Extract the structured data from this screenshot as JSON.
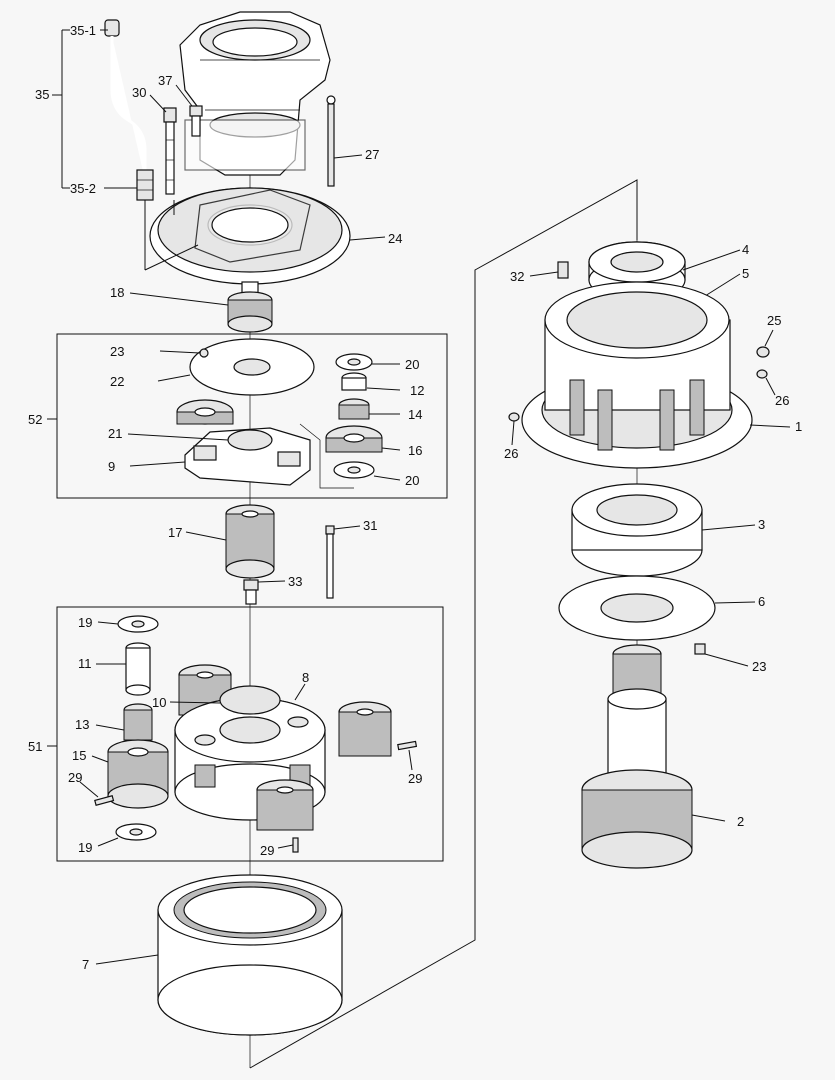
{
  "callouts": [
    {
      "id": "35-1",
      "text": "35-1"
    },
    {
      "id": "35",
      "text": "35"
    },
    {
      "id": "35-2",
      "text": "35-2"
    },
    {
      "id": "37",
      "text": "37"
    },
    {
      "id": "30",
      "text": "30"
    },
    {
      "id": "27",
      "text": "27"
    },
    {
      "id": "24",
      "text": "24"
    },
    {
      "id": "18",
      "text": "18"
    },
    {
      "id": "23a",
      "text": "23"
    },
    {
      "id": "22",
      "text": "22"
    },
    {
      "id": "52",
      "text": "52"
    },
    {
      "id": "21",
      "text": "21"
    },
    {
      "id": "9",
      "text": "9"
    },
    {
      "id": "20a",
      "text": "20"
    },
    {
      "id": "12",
      "text": "12"
    },
    {
      "id": "14",
      "text": "14"
    },
    {
      "id": "16",
      "text": "16"
    },
    {
      "id": "20b",
      "text": "20"
    },
    {
      "id": "17",
      "text": "17"
    },
    {
      "id": "31",
      "text": "31"
    },
    {
      "id": "33",
      "text": "33"
    },
    {
      "id": "19a",
      "text": "19"
    },
    {
      "id": "11",
      "text": "11"
    },
    {
      "id": "10",
      "text": "10"
    },
    {
      "id": "8",
      "text": "8"
    },
    {
      "id": "13",
      "text": "13"
    },
    {
      "id": "51",
      "text": "51"
    },
    {
      "id": "15",
      "text": "15"
    },
    {
      "id": "29a",
      "text": "29"
    },
    {
      "id": "29b",
      "text": "29"
    },
    {
      "id": "29c",
      "text": "29"
    },
    {
      "id": "19b",
      "text": "19"
    },
    {
      "id": "7",
      "text": "7"
    },
    {
      "id": "32",
      "text": "32"
    },
    {
      "id": "4",
      "text": "4"
    },
    {
      "id": "5",
      "text": "5"
    },
    {
      "id": "25",
      "text": "25"
    },
    {
      "id": "26a",
      "text": "26"
    },
    {
      "id": "26b",
      "text": "26"
    },
    {
      "id": "1",
      "text": "1"
    },
    {
      "id": "3",
      "text": "3"
    },
    {
      "id": "6",
      "text": "6"
    },
    {
      "id": "23b",
      "text": "23"
    },
    {
      "id": "2",
      "text": "2"
    }
  ]
}
